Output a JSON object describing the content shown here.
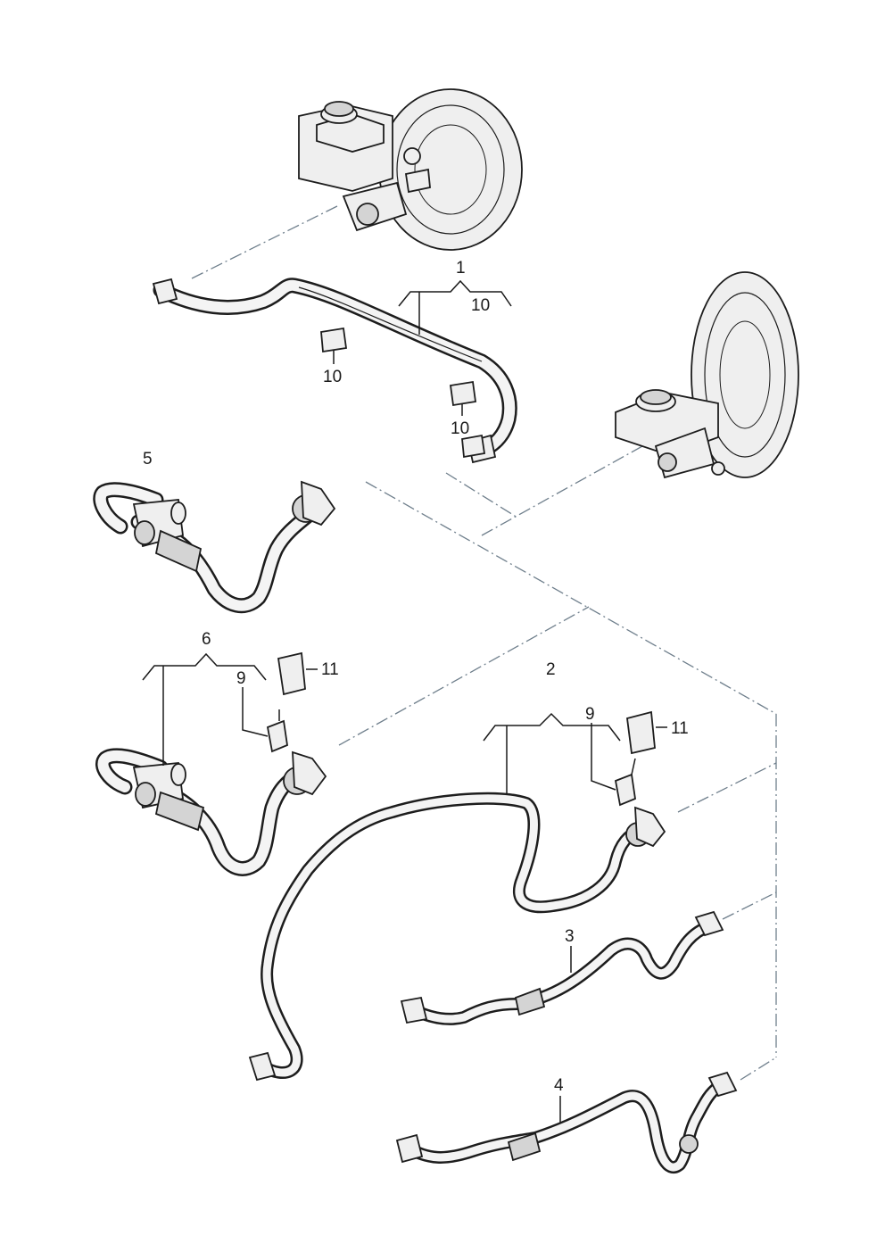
{
  "labels": {
    "part_1": "1",
    "part_2": "2",
    "part_3": "3",
    "part_4": "4",
    "part_5": "5",
    "part_6": "6",
    "part_9_a": "9",
    "part_9_b": "9",
    "part_10_a": "10",
    "part_10_b": "10",
    "part_10_c": "10",
    "part_11_a": "11",
    "part_11_b": "11"
  },
  "colors": {
    "line": "#1d1d1d",
    "hose_fill": "#f4f4f4",
    "dash_line": "#6f7f8c",
    "background": "#ffffff"
  }
}
